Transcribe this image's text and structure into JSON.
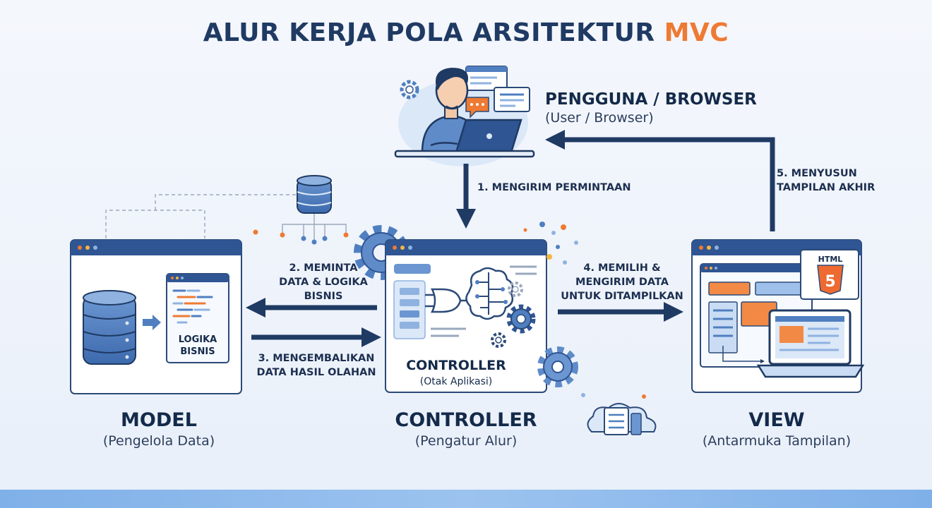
{
  "title": {
    "main": "ALUR KERJA POLA ARSITEKTUR ",
    "accent": "MVC"
  },
  "user": {
    "title": "PENGGUNA / BROWSER",
    "subtitle": "(User / Browser)"
  },
  "model": {
    "title": "MODEL",
    "subtitle": "(Pengelola Data)",
    "inner_label_1": "LOGIKA",
    "inner_label_2": "BISNIS"
  },
  "controller": {
    "title": "CONTROLLER",
    "subtitle": "(Pengatur Alur)",
    "inner_title": "CONTROLLER",
    "inner_subtitle": "(Otak Aplikasi)"
  },
  "view": {
    "title": "VIEW",
    "subtitle": "(Antarmuka Tampilan)",
    "html_badge": "HTML",
    "html_number": "5"
  },
  "steps": {
    "s1": "1. MENGIRIM PERMINTAAN",
    "s2_l1": "2. MEMINTA",
    "s2_l2": "DATA & LOGIKA",
    "s2_l3": "BISNIS",
    "s3_l1": "3. MENGEMBALIKAN",
    "s3_l2": "DATA HASIL OLAHAN",
    "s4_l1": "4. MEMILIH &",
    "s4_l2": "MENGIRIM DATA",
    "s4_l3": "UNTUK DITAMPILKAN",
    "s5_l1": "5. MENYUSUN",
    "s5_l2": "TAMPILAN AKHIR"
  },
  "colors": {
    "navy": "#1f3a63",
    "accent": "#ee7a33",
    "blue": "#4f7fc0",
    "light_blue": "#dbe8f8",
    "panel": "#f6f9fe"
  }
}
